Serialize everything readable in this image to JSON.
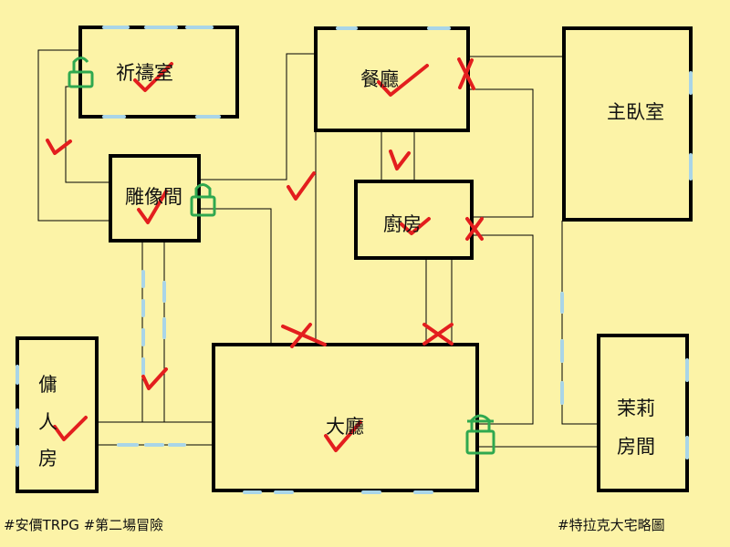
{
  "rooms": {
    "prayer_room": "祈禱室",
    "dining_hall": "餐廳",
    "master_bedroom": "主臥室",
    "statue_room": "雕像間",
    "kitchen": "廚房",
    "servant_room": [
      "傭",
      "人",
      "房"
    ],
    "great_hall": "大廳",
    "jasmine_room": [
      "茉莉",
      "房間"
    ]
  },
  "footer": {
    "left": "#安價TRPG #第二場冒險",
    "right": "#特拉克大宅略圖"
  },
  "colors": {
    "background": "#FCF3A7",
    "walls": "#000000",
    "windows": "#A9D5E8",
    "checked": "#E31E1E",
    "blocked": "#E31E1E",
    "locked": "#2FA84F"
  },
  "markers": {
    "checkmark": "checkmark-icon",
    "cross": "cross-icon",
    "lock": "padlock-icon"
  }
}
